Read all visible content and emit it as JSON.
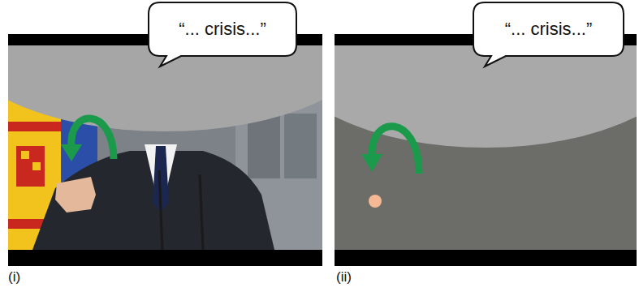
{
  "diagram": {
    "nodes": [
      {
        "text": [
          "“... crisis...”"
        ]
      },
      {
        "text": [
          "“... crisis...”"
        ]
      }
    ],
    "labels": [
      "(i)",
      "(ii)"
    ]
  }
}
